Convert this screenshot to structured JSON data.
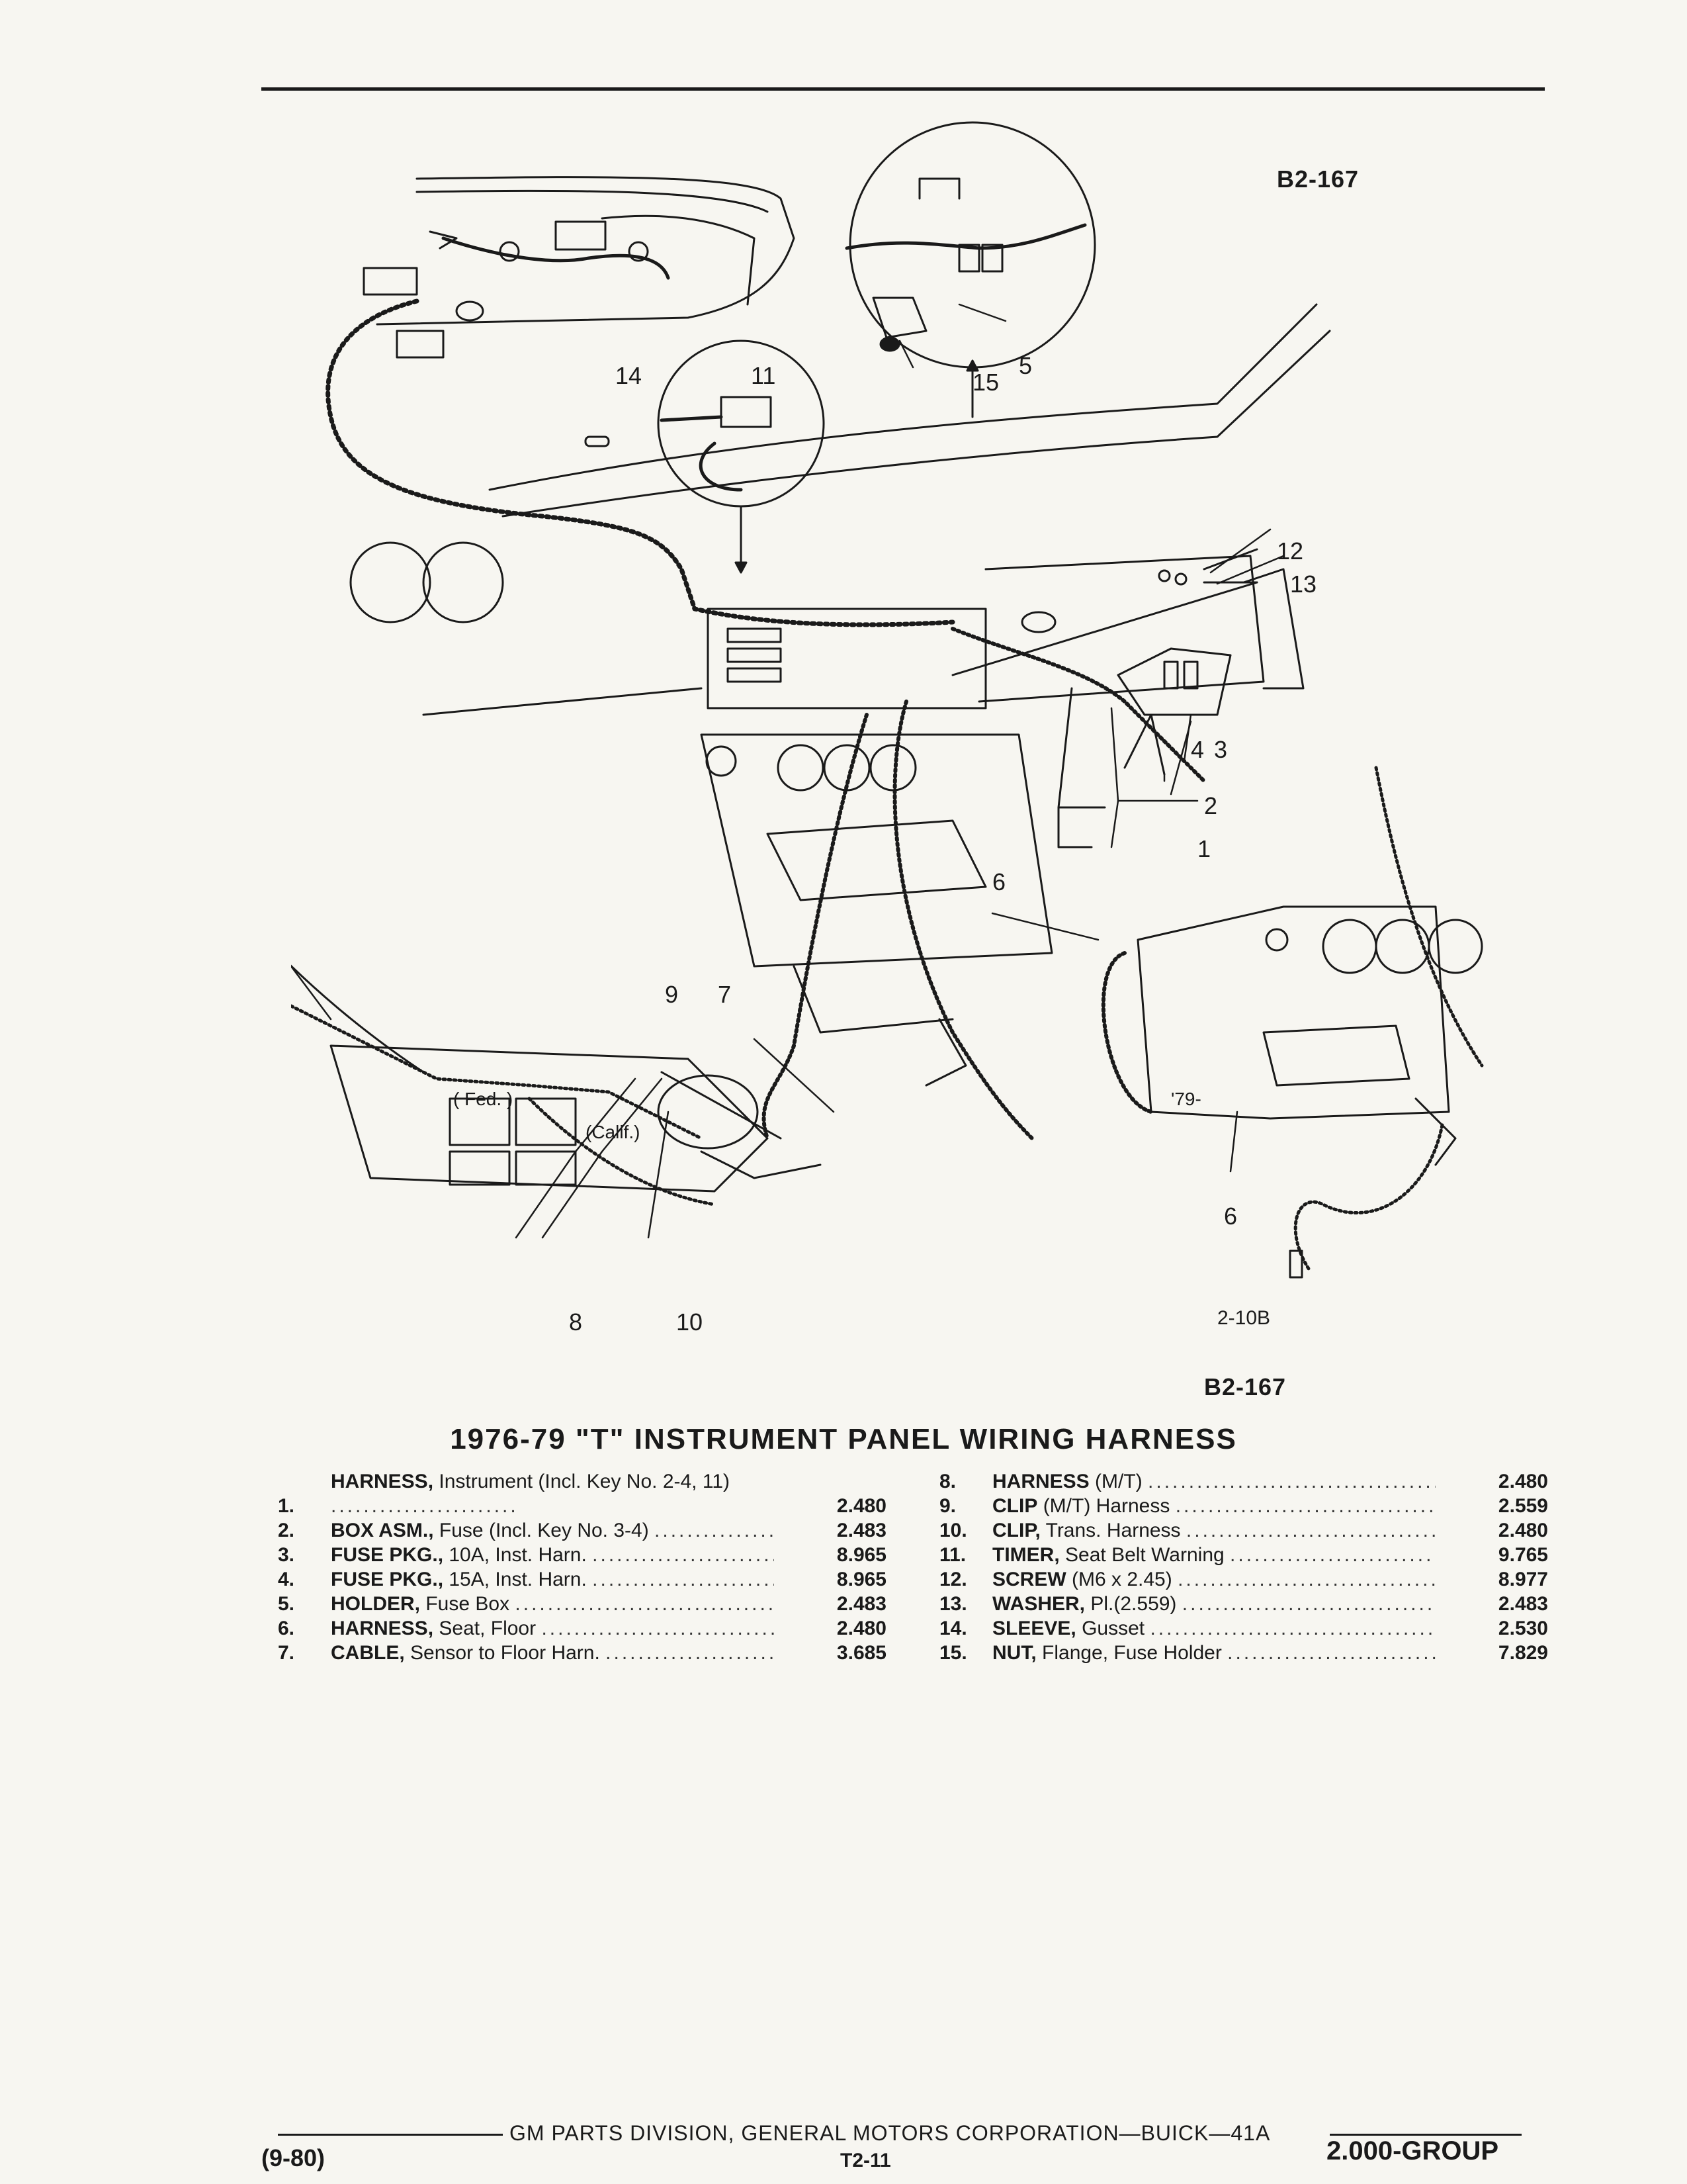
{
  "header": {
    "figure_code_top": "B2-167",
    "figure_code_bottom": "B2-167",
    "figure_ref": "2-10B"
  },
  "illustration": {
    "callouts": [
      "1",
      "2",
      "3",
      "4",
      "5",
      "6",
      "6",
      "7",
      "8",
      "9",
      "10",
      "11",
      "12",
      "13",
      "14",
      "15"
    ],
    "labels": {
      "fed": "( Fed. )",
      "calif": "(Calif.)",
      "year_79": "'79-"
    }
  },
  "title": "1976-79 \"T\" INSTRUMENT PANEL WIRING HARNESS",
  "parts_left": [
    {
      "num": "1.",
      "name": "HARNESS,",
      "desc": "Instrument (Incl. Key No. 2-4, 11)",
      "ref": "2.480"
    },
    {
      "num": "2.",
      "name": "BOX ASM.,",
      "desc": "Fuse (Incl. Key No. 3-4)",
      "ref": "2.483"
    },
    {
      "num": "3.",
      "name": "FUSE PKG.,",
      "desc": "10A, Inst. Harn.",
      "ref": "8.965"
    },
    {
      "num": "4.",
      "name": "FUSE PKG.,",
      "desc": "15A, Inst. Harn.",
      "ref": "8.965"
    },
    {
      "num": "5.",
      "name": "HOLDER,",
      "desc": "Fuse Box",
      "ref": "2.483"
    },
    {
      "num": "6.",
      "name": "HARNESS,",
      "desc": "Seat, Floor",
      "ref": "2.480"
    },
    {
      "num": "7.",
      "name": "CABLE,",
      "desc": "Sensor to Floor Harn.",
      "ref": "3.685"
    }
  ],
  "parts_right": [
    {
      "num": "8.",
      "name": "HARNESS",
      "desc": "(M/T)",
      "ref": "2.480"
    },
    {
      "num": "9.",
      "name": "CLIP",
      "desc": "(M/T) Harness",
      "ref": "2.559"
    },
    {
      "num": "10.",
      "name": "CLIP,",
      "desc": "Trans. Harness",
      "ref": "2.480"
    },
    {
      "num": "11.",
      "name": "TIMER,",
      "desc": "Seat Belt Warning",
      "ref": "9.765"
    },
    {
      "num": "12.",
      "name": "SCREW",
      "desc": "(M6 x 2.45)",
      "ref": "8.977"
    },
    {
      "num": "13.",
      "name": "WASHER,",
      "desc": "Pl.(2.559)",
      "ref": "2.483"
    },
    {
      "num": "14.",
      "name": "SLEEVE,",
      "desc": "Gusset",
      "ref": "2.530"
    },
    {
      "num": "15.",
      "name": "NUT,",
      "desc": "Flange, Fuse Holder",
      "ref": "7.829"
    }
  ],
  "footer": {
    "publisher": "GM PARTS DIVISION, GENERAL MOTORS CORPORATION—BUICK—41A",
    "page": "T2-11",
    "date": "(9-80)",
    "group": "2.000-GROUP"
  }
}
